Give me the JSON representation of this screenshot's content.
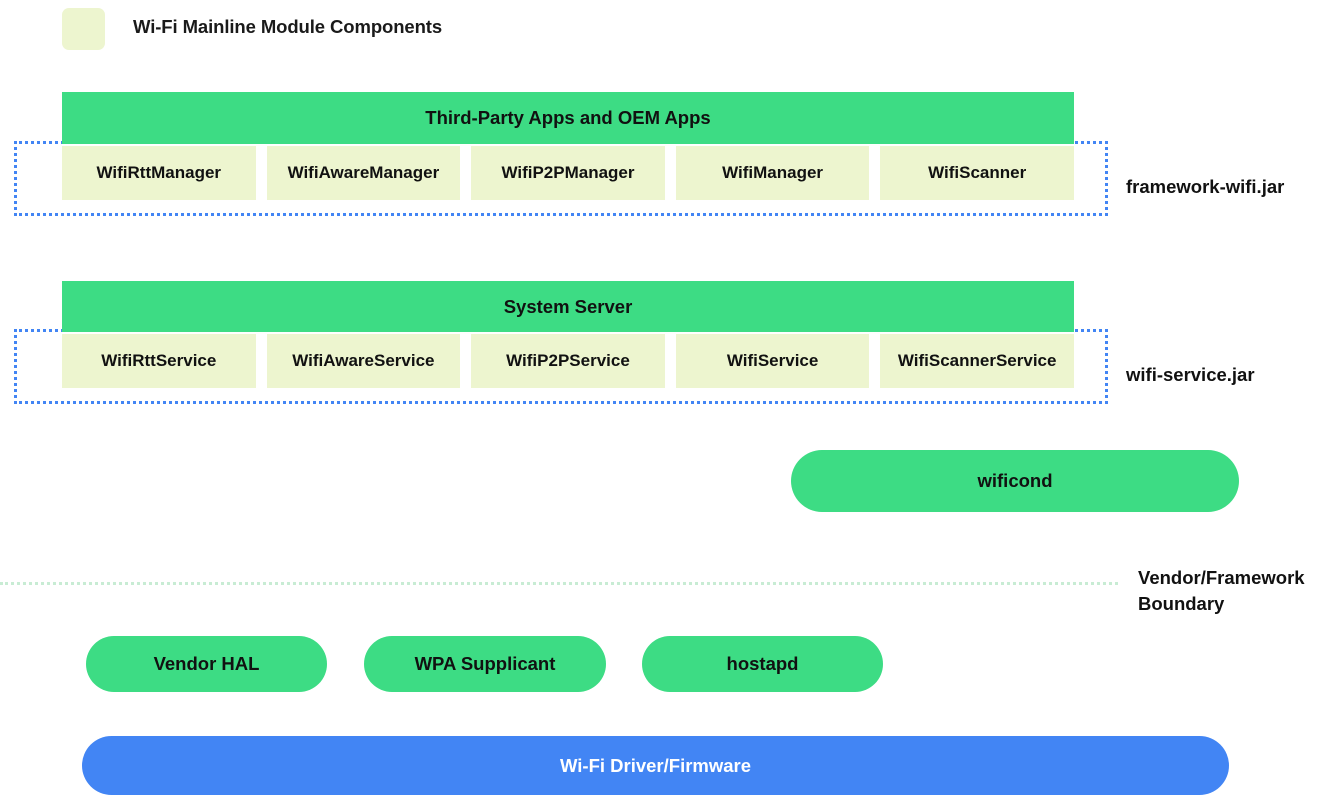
{
  "legend": {
    "swatch_color": "#edf5cf",
    "label": "Wi-Fi Mainline Module Components"
  },
  "colors": {
    "module_component": "#edf5cf",
    "framework_green": "#3ddc84",
    "driver_blue": "#4285f4",
    "jar_border": "#4285f4",
    "boundary_line": "#c8ecd4"
  },
  "layers": [
    {
      "header": "Third-Party Apps and OEM Apps",
      "jar_label": "framework-wifi.jar",
      "cells": [
        "WifiRttManager",
        "WifiAwareManager",
        "WifiP2PManager",
        "WifiManager",
        "WifiScanner"
      ]
    },
    {
      "header": "System Server",
      "jar_label": "wifi-service.jar",
      "cells": [
        "WifiRttService",
        "WifiAwareService",
        "WifiP2PService",
        "WifiService",
        "WifiScannerService"
      ]
    }
  ],
  "wificond": {
    "label": "wificond"
  },
  "boundary": {
    "label": "Vendor/Framework Boundary"
  },
  "vendor_components": [
    {
      "label": "Vendor HAL"
    },
    {
      "label": "WPA Supplicant"
    },
    {
      "label": "hostapd"
    }
  ],
  "driver": {
    "label": "Wi-Fi Driver/Firmware"
  }
}
